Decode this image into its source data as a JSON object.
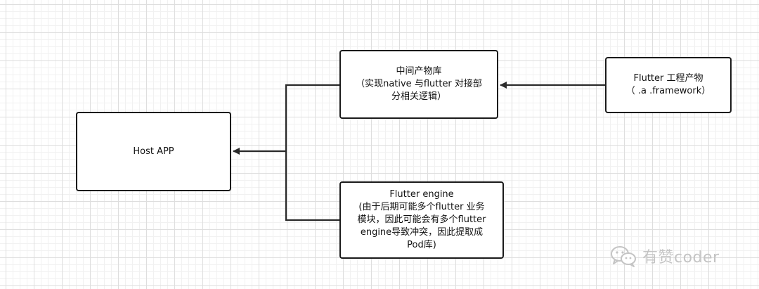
{
  "nodes": {
    "host": {
      "label": "Host APP"
    },
    "middle": {
      "lines": [
        "中间产物库",
        "（实现native 与flutter 对接部",
        "分相关逻辑）"
      ]
    },
    "product": {
      "lines": [
        "Flutter 工程产物",
        "（ .a .framework）"
      ]
    },
    "engine": {
      "lines": [
        "Flutter engine",
        "(由于后期可能多个flutter 业务",
        "模块，因此可能会有多个flutter",
        "engine导致冲突，因此提取成",
        "Pod库)"
      ]
    }
  },
  "edges": [
    {
      "from": "product",
      "to": "middle"
    },
    {
      "from": "middle",
      "to": "host"
    },
    {
      "from": "engine",
      "to": "host"
    }
  ],
  "watermark": {
    "text": "有赞coder",
    "icon": "wechat-icon"
  },
  "colors": {
    "line": "#2a2a2a",
    "grid": "#dedede",
    "watermark": "#c4c4c4"
  }
}
